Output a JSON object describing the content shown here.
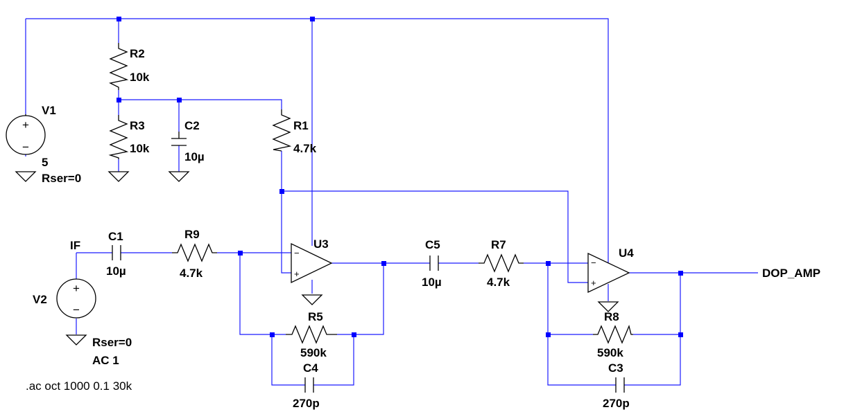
{
  "components": {
    "V1": {
      "name": "V1",
      "value": "5",
      "param": "Rser=0"
    },
    "V2": {
      "name": "V2",
      "param": "Rser=0",
      "ac": "AC 1"
    },
    "R1": {
      "name": "R1",
      "value": "4.7k"
    },
    "R2": {
      "name": "R2",
      "value": "10k"
    },
    "R3": {
      "name": "R3",
      "value": "10k"
    },
    "R5": {
      "name": "R5",
      "value": "590k"
    },
    "R7": {
      "name": "R7",
      "value": "4.7k"
    },
    "R8": {
      "name": "R8",
      "value": "590k"
    },
    "R9": {
      "name": "R9",
      "value": "4.7k"
    },
    "C1": {
      "name": "C1",
      "value": "10µ"
    },
    "C2": {
      "name": "C2",
      "value": "10µ"
    },
    "C3": {
      "name": "C3",
      "value": "270p"
    },
    "C4": {
      "name": "C4",
      "value": "270p"
    },
    "C5": {
      "name": "C5",
      "value": "10µ"
    },
    "U3": {
      "name": "U3"
    },
    "U4": {
      "name": "U4"
    }
  },
  "nets": {
    "input": "IF",
    "output": "DOP_AMP"
  },
  "directive": ".ac oct 1000 0.1 30k",
  "opamp_pins": {
    "inverting": "−",
    "noninverting": "+"
  },
  "source_symbols": {
    "plus": "+",
    "minus": "−"
  },
  "colors": {
    "wire": "#1a1aff",
    "junction": "#0000ff",
    "component": "#000000",
    "background": "#ffffff"
  }
}
